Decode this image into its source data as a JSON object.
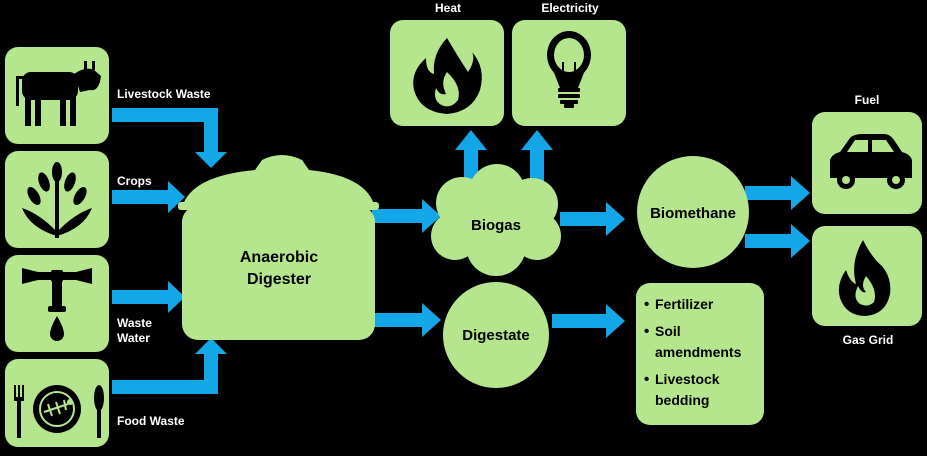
{
  "colors": {
    "node_fill": "#b5e58c",
    "arrow": "#14a7e8",
    "background": "#000000",
    "icon": "#000000",
    "label_text": "#ffffff"
  },
  "inputs": [
    {
      "label": "Livestock Waste",
      "icon": "cow-icon"
    },
    {
      "label": "Crops",
      "icon": "wheat-icon"
    },
    {
      "label_line1": "Waste",
      "label_line2": "Water",
      "icon": "faucet-icon"
    },
    {
      "label": "Food Waste",
      "icon": "plate-cutlery-icon"
    }
  ],
  "digester": {
    "line1": "Anaerobic",
    "line2": "Digester"
  },
  "biogas": {
    "label": "Biogas"
  },
  "digestate": {
    "label": "Digestate"
  },
  "energy_outputs": [
    {
      "label": "Heat",
      "icon": "flame-icon"
    },
    {
      "label": "Electricity",
      "icon": "lightbulb-icon"
    }
  ],
  "biomethane": {
    "label": "Biomethane"
  },
  "biomethane_outputs": [
    {
      "label": "Fuel",
      "icon": "car-icon"
    },
    {
      "label": "Gas Grid",
      "icon": "gas-flame-icon"
    }
  ],
  "digestate_uses": {
    "item1": "Fertilizer",
    "item2_line1": "Soil",
    "item2_line2": "amendments",
    "item3_line1": "Livestock",
    "item3_line2": "bedding"
  }
}
